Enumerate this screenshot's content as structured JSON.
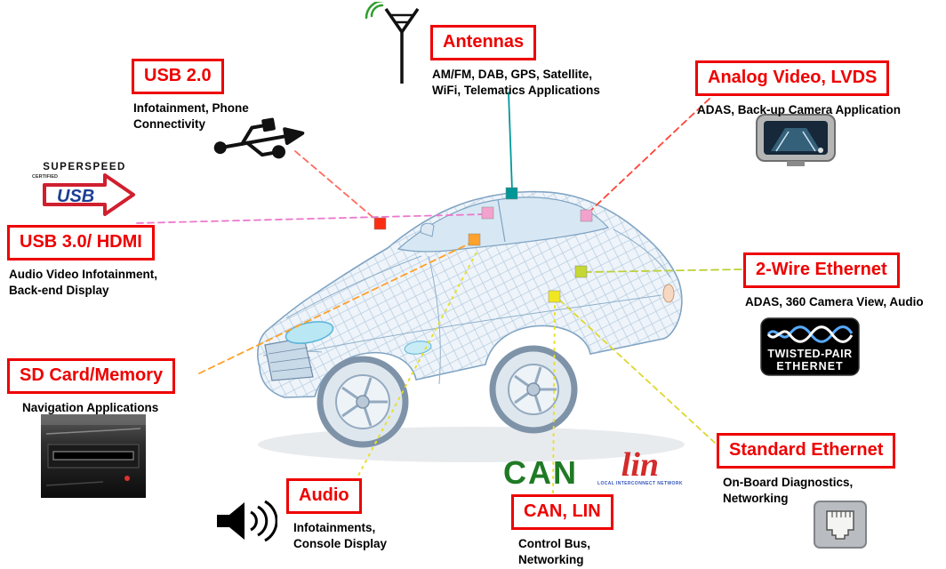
{
  "callouts": {
    "antennas": {
      "title": "Antennas",
      "desc": "AM/FM, DAB, GPS, Satellite,\nWiFi, Telematics Applications"
    },
    "usb2": {
      "title": "USB 2.0",
      "desc": "Infotainment, Phone\nConnectivity"
    },
    "analog_video_lvds": {
      "title": "Analog Video, LVDS",
      "desc": "ADAS, Back-up Camera Application"
    },
    "usb3_hdmi": {
      "title": "USB 3.0/ HDMI",
      "desc": "Audio Video Infotainment,\nBack-end Display"
    },
    "two_wire_ethernet": {
      "title": "2-Wire Ethernet",
      "desc": "ADAS, 360 Camera View, Audio"
    },
    "sd_card": {
      "title": "SD Card/Memory",
      "desc": "Navigation Applications"
    },
    "audio": {
      "title": "Audio",
      "desc": "Infotainments,\nConsole Display"
    },
    "can_lin": {
      "title": "CAN, LIN",
      "desc": "Control Bus,\nNetworking"
    },
    "standard_ethernet": {
      "title": "Standard Ethernet",
      "desc": "On-Board Diagnostics,\nNetworking"
    }
  },
  "logos": {
    "superspeed": {
      "line1": "SUPERSPEED",
      "certified": "CERTIFIED",
      "usb": "USB"
    },
    "twisted_pair": {
      "line1": "TWISTED-PAIR",
      "line2": "ETHERNET"
    },
    "can": "CAN",
    "lin": {
      "text": "lin",
      "sub": "LOCAL INTERCONNECT NETWORK"
    }
  },
  "markers": [
    {
      "name": "antennas",
      "color": "#009597"
    },
    {
      "name": "usb-2-0",
      "color": "#fb2e14"
    },
    {
      "name": "usb-3-0-hdmi",
      "color": "#f2a2cd"
    },
    {
      "name": "analog-video-lvds",
      "color": "#f2a2cd"
    },
    {
      "name": "sd-card-memory",
      "color": "#ffa22e"
    },
    {
      "name": "2-wire-ethernet",
      "color": "#c5d732"
    },
    {
      "name": "can-lin",
      "color": "#f0e721"
    }
  ],
  "lines": {
    "antennas": {
      "color": "#00989a"
    },
    "usb2": {
      "color": "#ff6a5e"
    },
    "usb3_hdmi": {
      "color": "#ee77cc"
    },
    "analog_video_lvds": {
      "color": "#ff4438"
    },
    "two_wire_ethernet": {
      "color": "#bdd138"
    },
    "sd_card": {
      "color": "#ffa028"
    },
    "audio": {
      "color": "#e8df2a"
    },
    "can_lin": {
      "color": "#e8df2a"
    },
    "standard_ethernet": {
      "color": "#ded72e"
    }
  },
  "colors": {
    "accent_red": "#ee0000",
    "car_stroke": "#7fa3c2"
  }
}
